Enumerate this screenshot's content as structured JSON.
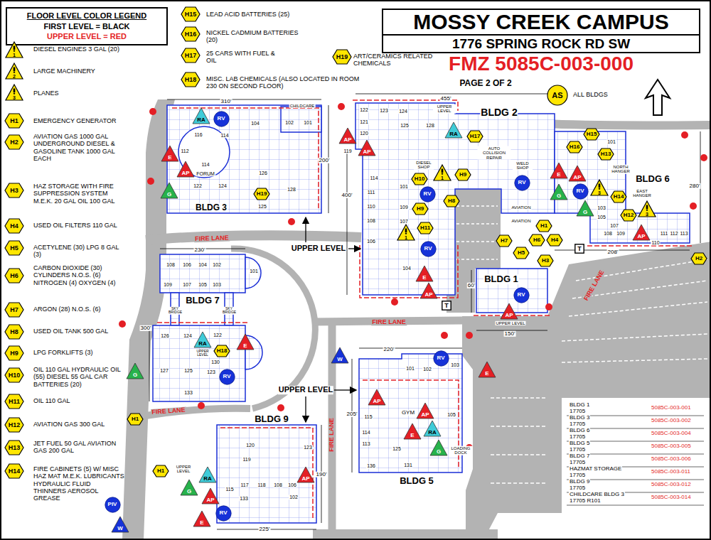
{
  "diagram": {
    "nodes": [
      {
        "text": [
          "MOSSY CREEK CAMPUS",
          "1776 SPRING ROCK RD SW",
          "FMZ 5085C-003-000"
        ]
      },
      {
        "text": [
          "FLOOR LEVEL COLOR LEGEND",
          "FIRST LEVEL = BLACK",
          "UPPER LEVEL = RED"
        ]
      },
      {
        "text": [
          "1"
        ]
      },
      {
        "text": [
          "2"
        ]
      },
      {
        "text": [
          "3"
        ]
      },
      {
        "text": [
          "H1"
        ]
      },
      {
        "text": [
          "H2"
        ]
      },
      {
        "text": [
          "H3"
        ]
      },
      {
        "text": [
          "H4"
        ]
      },
      {
        "text": [
          "H5"
        ]
      },
      {
        "text": [
          "H6"
        ]
      },
      {
        "text": [
          "H7"
        ]
      },
      {
        "text": [
          "H8"
        ]
      },
      {
        "text": [
          "H9"
        ]
      },
      {
        "text": [
          "H10"
        ]
      },
      {
        "text": [
          "H11"
        ]
      },
      {
        "text": [
          "H12"
        ]
      },
      {
        "text": [
          "H13"
        ]
      },
      {
        "text": [
          "H14"
        ]
      },
      {
        "text": [
          "H15"
        ]
      },
      {
        "text": [
          "H16"
        ]
      },
      {
        "text": [
          "H17"
        ]
      },
      {
        "text": [
          "H18"
        ]
      },
      {
        "text": [
          "H19"
        ]
      },
      {
        "text": [
          "AS"
        ]
      },
      {
        "text": [
          "RA"
        ]
      },
      {
        "text": [
          "RV"
        ]
      },
      {
        "text": [
          "E"
        ]
      },
      {
        "text": [
          "AP"
        ]
      },
      {
        "text": [
          "G"
        ]
      },
      {
        "text": [
          "H19"
        ]
      },
      {
        "text": [
          "AP"
        ]
      },
      {
        "text": [
          "AP"
        ]
      },
      {
        "text": [
          "RA"
        ]
      },
      {
        "text": [
          "H17"
        ]
      },
      {
        "text": [
          "1"
        ]
      },
      {
        "text": [
          "H9"
        ]
      },
      {
        "text": [
          "H10"
        ]
      },
      {
        "text": [
          "RV"
        ]
      },
      {
        "text": [
          "H8"
        ]
      },
      {
        "text": [
          "H9"
        ]
      },
      {
        "text": [
          "H11"
        ]
      },
      {
        "text": [
          "1"
        ]
      },
      {
        "text": [
          "RV"
        ]
      },
      {
        "text": [
          "E"
        ]
      },
      {
        "text": [
          "AP"
        ]
      },
      {
        "text": [
          "RV"
        ]
      },
      {
        "text": [
          "E"
        ]
      },
      {
        "text": [
          "AP"
        ]
      },
      {
        "text": [
          "G"
        ]
      },
      {
        "text": [
          "RV"
        ]
      },
      {
        "text": [
          "G"
        ]
      },
      {
        "text": [
          "H15"
        ]
      },
      {
        "text": [
          "H16"
        ]
      },
      {
        "text": [
          "H13"
        ]
      },
      {
        "text": [
          "3"
        ]
      },
      {
        "text": [
          "H14"
        ]
      },
      {
        "text": [
          "3"
        ]
      },
      {
        "text": [
          "H12"
        ]
      },
      {
        "text": [
          "AP"
        ]
      },
      {
        "text": [
          "H1"
        ]
      },
      {
        "text": [
          "H7"
        ]
      },
      {
        "text": [
          "H6"
        ]
      },
      {
        "text": [
          "H4"
        ]
      },
      {
        "text": [
          "H5"
        ]
      },
      {
        "text": [
          "H3"
        ]
      },
      {
        "text": [
          "T"
        ]
      },
      {
        "text": [
          "H2"
        ]
      },
      {
        "text": [
          "T"
        ]
      },
      {
        "text": [
          "RV"
        ]
      },
      {
        "text": [
          "AP"
        ]
      },
      {
        "text": [
          "RA"
        ]
      },
      {
        "text": [
          "H18"
        ]
      },
      {
        "text": [
          "E"
        ]
      },
      {
        "text": [
          "RV"
        ]
      },
      {
        "text": [
          "G"
        ]
      },
      {
        "text": [
          "W"
        ]
      },
      {
        "text": [
          "E"
        ]
      },
      {
        "text": [
          "RV"
        ]
      },
      {
        "text": [
          "AP"
        ]
      },
      {
        "text": [
          "AP"
        ]
      },
      {
        "text": [
          "E"
        ]
      },
      {
        "text": [
          "RA"
        ]
      },
      {
        "text": [
          "G"
        ]
      },
      {
        "text": [
          "H1"
        ]
      },
      {
        "text": [
          "H1"
        ]
      },
      {
        "text": [
          "RA"
        ]
      },
      {
        "text": [
          "AP"
        ]
      },
      {
        "text": [
          "G"
        ]
      },
      {
        "text": [
          "AP"
        ]
      },
      {
        "text": [
          "RV"
        ]
      },
      {
        "text": [
          "E"
        ]
      },
      {
        "text": [
          "PIV"
        ]
      },
      {
        "text": [
          "W"
        ]
      }
    ],
    "labels": [
      "PAGE 2 OF 2",
      "BLDG 3",
      "CHILDCARE",
      "310'",
      "200'",
      "112",
      "116",
      "114",
      "FORUM",
      "114",
      "104",
      "102",
      "101",
      "126",
      "128",
      "122",
      "124",
      "125",
      "455'",
      "UPPER LEVEL",
      "BLDG 2",
      "122",
      "123",
      "124",
      "121",
      "125",
      "128",
      "120",
      "119",
      "AUTO COLLISION REPAIR",
      "DIESEL SHOP",
      "WELD SHOP",
      "101",
      "114",
      "111",
      "110",
      "109",
      "108",
      "107",
      "106",
      "104",
      "400'",
      "AVIATION",
      "AVIATION",
      "BLDG 6",
      "280'",
      "101",
      "NORTH HANGER",
      "103",
      "105",
      "107",
      "108",
      "109",
      "110",
      "111",
      "112",
      "113",
      "EAST HANGER",
      "208'",
      "BLDG 1",
      "60'",
      "UPPER LEVEL",
      "150'",
      "FIRE LANE",
      "FIRE LANE",
      "FIRE LANE",
      "FIRE LANE",
      "FIRE LANE",
      "UPPER LEVEL",
      "UPPER LEVEL",
      "230'",
      "108",
      "106",
      "104",
      "102",
      "101",
      "109",
      "107",
      "105",
      "103",
      "BLDG 7",
      "SKY BRIDGE",
      "SKY BRIDGE",
      "300'",
      "126",
      "124",
      "122",
      "UPPER LEVEL",
      "130",
      "127",
      "125",
      "123",
      "133",
      "220'",
      "101",
      "102",
      "103",
      "GYM",
      "105",
      "115",
      "205'",
      "114",
      "113",
      "125",
      "LOADING DOCK",
      "131",
      "136",
      "BLDG 5",
      "BLDG 9",
      "120",
      "119",
      "123",
      "UPPER LEVEL",
      "115",
      "117",
      "118",
      "108",
      "106",
      "133",
      "102",
      "190'",
      "225'",
      "BLDG 1",
      "17705",
      "5085C-003-001",
      "BLDG 3",
      "17705",
      "5085C-003-002",
      "BLDG 6",
      "17705",
      "5085C-003-004",
      "BLDG 5",
      "17705",
      "5085C-003-005",
      "BLDG 7",
      "17705",
      "5085C-003-006",
      "HAZMAT STORAGE",
      "17705",
      "5085C-003-011",
      "BLDG 9",
      "17705",
      "5085C-003-012",
      "CHILDCARE BLDG 3",
      "17705 R101",
      "5085C-003-014"
    ],
    "legend": [
      {
        "text": "DIESEL ENGINES 3 GAL (20)"
      },
      {
        "text": "LARGE MACHINERY"
      },
      {
        "text": "PLANES"
      },
      {
        "text": "EMERGENCY GENERATOR"
      },
      {
        "text": "AVIATION GAS 1000 GAL UNDERGROUND DIESEL & GASOLINE TANK 1000 GAL EACH"
      },
      {
        "text": "HAZ STORAGE WITH FIRE SUPPRESSION SYSTEM M.E.K. 20 GAL OIL 100 GAL"
      },
      {
        "text": "USED OIL FILTERS 110 GAL"
      },
      {
        "text": "ACETYLENE (30) LPG 8 GAL (3)"
      },
      {
        "text": "CARBON DIOXIDE (30) CYLINDERS N.O.S. (6) NITROGEN (4) OXYGEN (4)"
      },
      {
        "text": "ARGON (28) N.O.S. (6)"
      },
      {
        "text": "USED OIL TANK 500 GAL"
      },
      {
        "text": "LPG FORKLIFTS (3)"
      },
      {
        "text": "OIL 110 GAL HYDRAULIC OIL (55) DIESEL 55 GAL CAR BATTERIES (20)"
      },
      {
        "text": "OIL 110 GAL"
      },
      {
        "text": "AVIATION GAS 300 GAL"
      },
      {
        "text": "JET FUEL 50 GAL AVIATION GAS 200 GAL"
      },
      {
        "text": "FIRE CABINETS (5) W/ MISC HAZ MAT M.E.K. LUBRICANTS HYDRAULIC FLUID THINNERS AEROSOL GREASE"
      },
      {
        "text": "LEAD ACID BATTERIES (25)"
      },
      {
        "text": "NICKEL CADMIUM BATTERIES (20)"
      },
      {
        "text": "25 CARS WITH FUEL & OIL"
      },
      {
        "text": "MISC. LAB CHEMICALS (ALSO LOCATED IN ROOM 230 ON SECOND FLOOR)"
      },
      {
        "text": "ART/CERAMICS RELATED CHEMICALS"
      },
      {
        "text": "ALL BLDGS"
      }
    ]
  }
}
